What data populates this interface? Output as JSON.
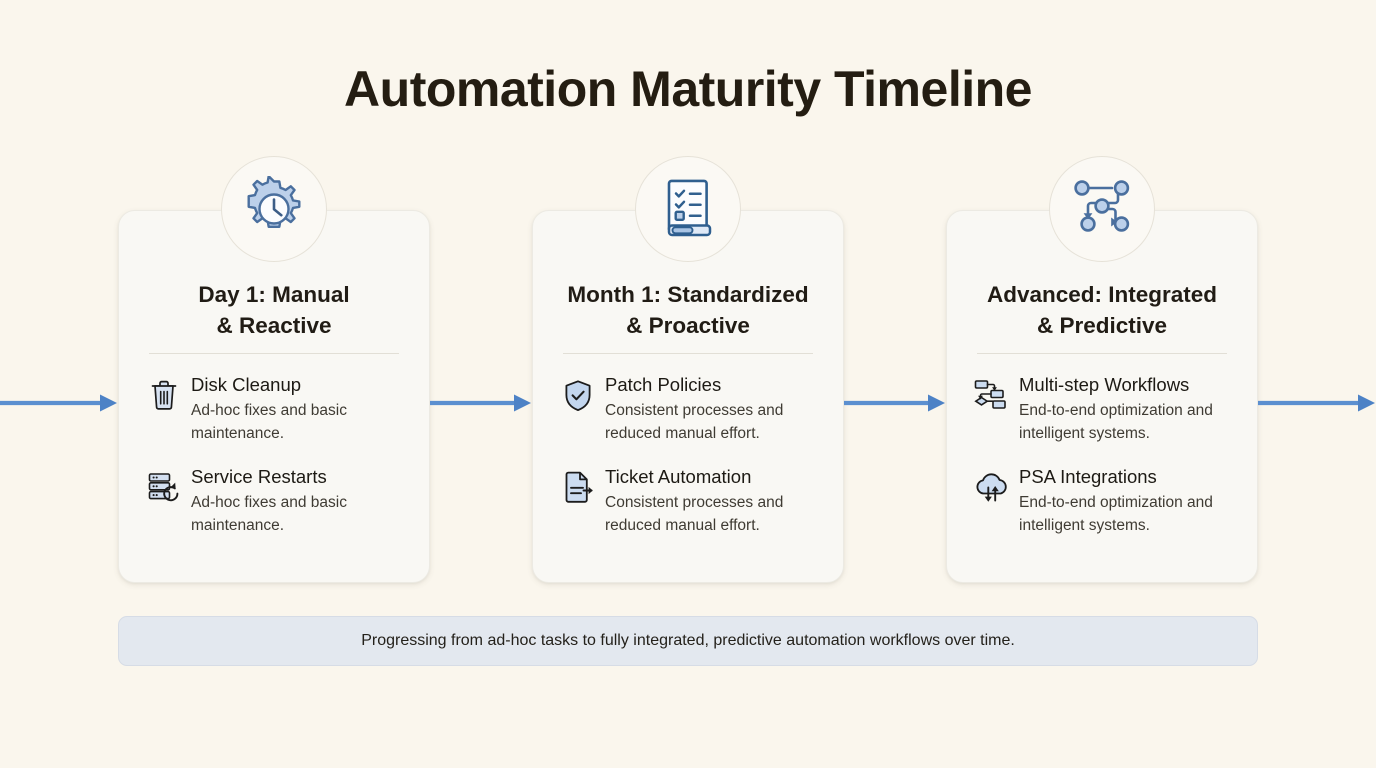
{
  "page": {
    "title": "Automation Maturity Timeline",
    "background_color": "#faf6ed",
    "accent_color": "#5b8fd0",
    "icon_fill_color": "#bcd0ea",
    "icon_stroke_color": "#4a6f9e"
  },
  "stages": [
    {
      "badge_icon": "gear-clock-icon",
      "title": "Day 1: Manual\n& Reactive",
      "title_line1": "Day 1: Manual",
      "title_line2": "& Reactive",
      "features": [
        {
          "icon": "trash-icon",
          "name": "Disk Cleanup",
          "desc": "Ad-hoc fixes and basic maintenance."
        },
        {
          "icon": "server-restart-icon",
          "name": "Service Restarts",
          "desc": "Ad-hoc fixes and basic maintenance."
        }
      ]
    },
    {
      "badge_icon": "checklist-document-icon",
      "title": "Month 1: Standardized\n& Proactive",
      "title_line1": "Month 1: Standardized",
      "title_line2": "& Proactive",
      "features": [
        {
          "icon": "shield-check-icon",
          "name": "Patch Policies",
          "desc": "Consistent processes and reduced manual effort."
        },
        {
          "icon": "document-arrow-icon",
          "name": "Ticket Automation",
          "desc": "Consistent processes and reduced manual effort."
        }
      ]
    },
    {
      "badge_icon": "node-graph-icon",
      "title": "Advanced: Integrated\n& Predictive",
      "title_line1": "Advanced: Integrated",
      "title_line2": "& Predictive",
      "features": [
        {
          "icon": "flowchart-icon",
          "name": "Multi-step Workflows",
          "desc": "End-to-end optimization and intelligent systems."
        },
        {
          "icon": "cloud-sync-icon",
          "name": "PSA Integrations",
          "desc": "End-to-end optimization and intelligent systems."
        }
      ]
    }
  ],
  "connectors": [
    {
      "name": "arrow-into-stage-1"
    },
    {
      "name": "arrow-stage-1-to-2"
    },
    {
      "name": "arrow-stage-2-to-3"
    },
    {
      "name": "arrow-out-of-stage-3"
    }
  ],
  "footer": {
    "text": "Progressing from ad-hoc tasks to fully integrated, predictive automation workflows over time."
  }
}
